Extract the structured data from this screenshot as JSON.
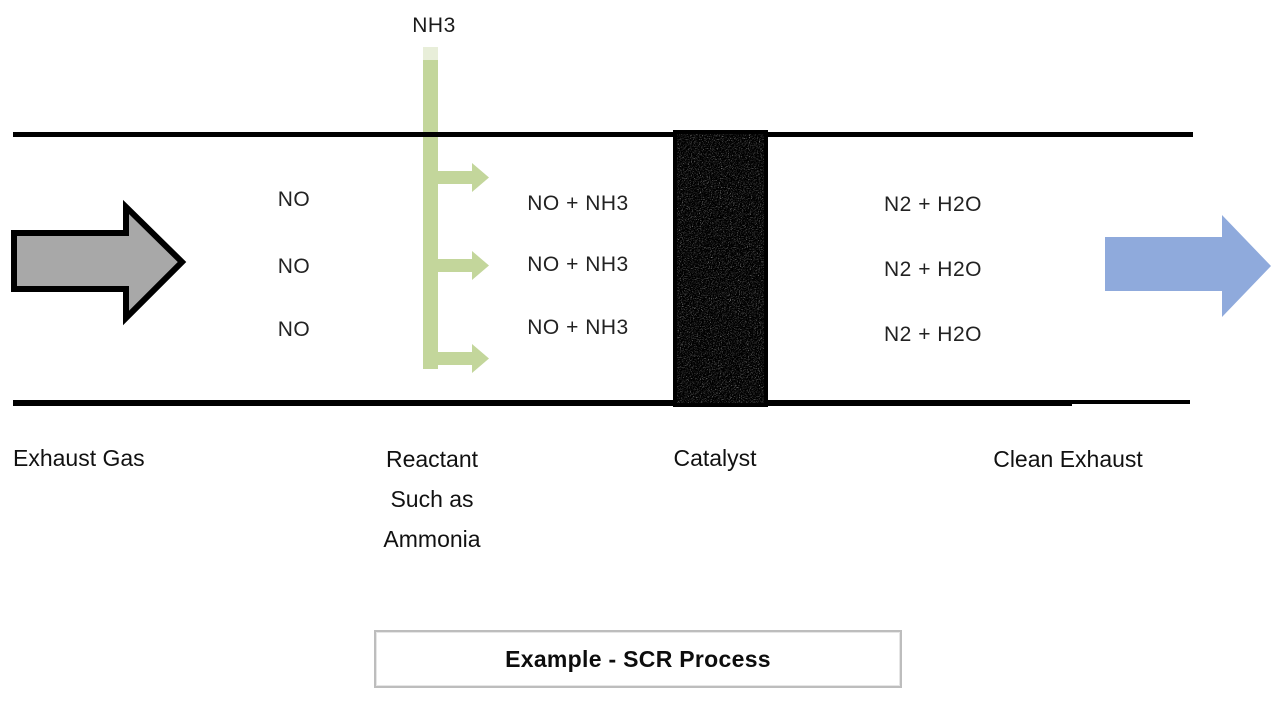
{
  "diagram": {
    "reactant_feed_label": "NH3",
    "inlet_rows": [
      "NO",
      "NO",
      "NO"
    ],
    "mix_rows": [
      "NO + NH3",
      "NO + NH3",
      "NO + NH3"
    ],
    "outlet_rows": [
      "N2 + H2O",
      "N2 + H2O",
      "N2 + H2O"
    ],
    "labels": {
      "exhaust_gas": "Exhaust Gas",
      "reactant_lines": [
        "Reactant",
        "Such as",
        "Ammonia"
      ],
      "catalyst": "Catalyst",
      "clean_exhaust": "Clean Exhaust"
    },
    "caption": "Example - SCR Process",
    "colors": {
      "wall": "#000000",
      "inlet_arrow_fill": "#a8a8a8",
      "inlet_arrow_outline": "#000000",
      "reactant_green": "#c3d69b",
      "reactant_green_fade": "#e8eed9",
      "outlet_arrow": "#8faadc",
      "catalyst_base": "#e3e3e3",
      "text": "#1a1a1a",
      "caption_border": "#bdbdbd"
    }
  }
}
